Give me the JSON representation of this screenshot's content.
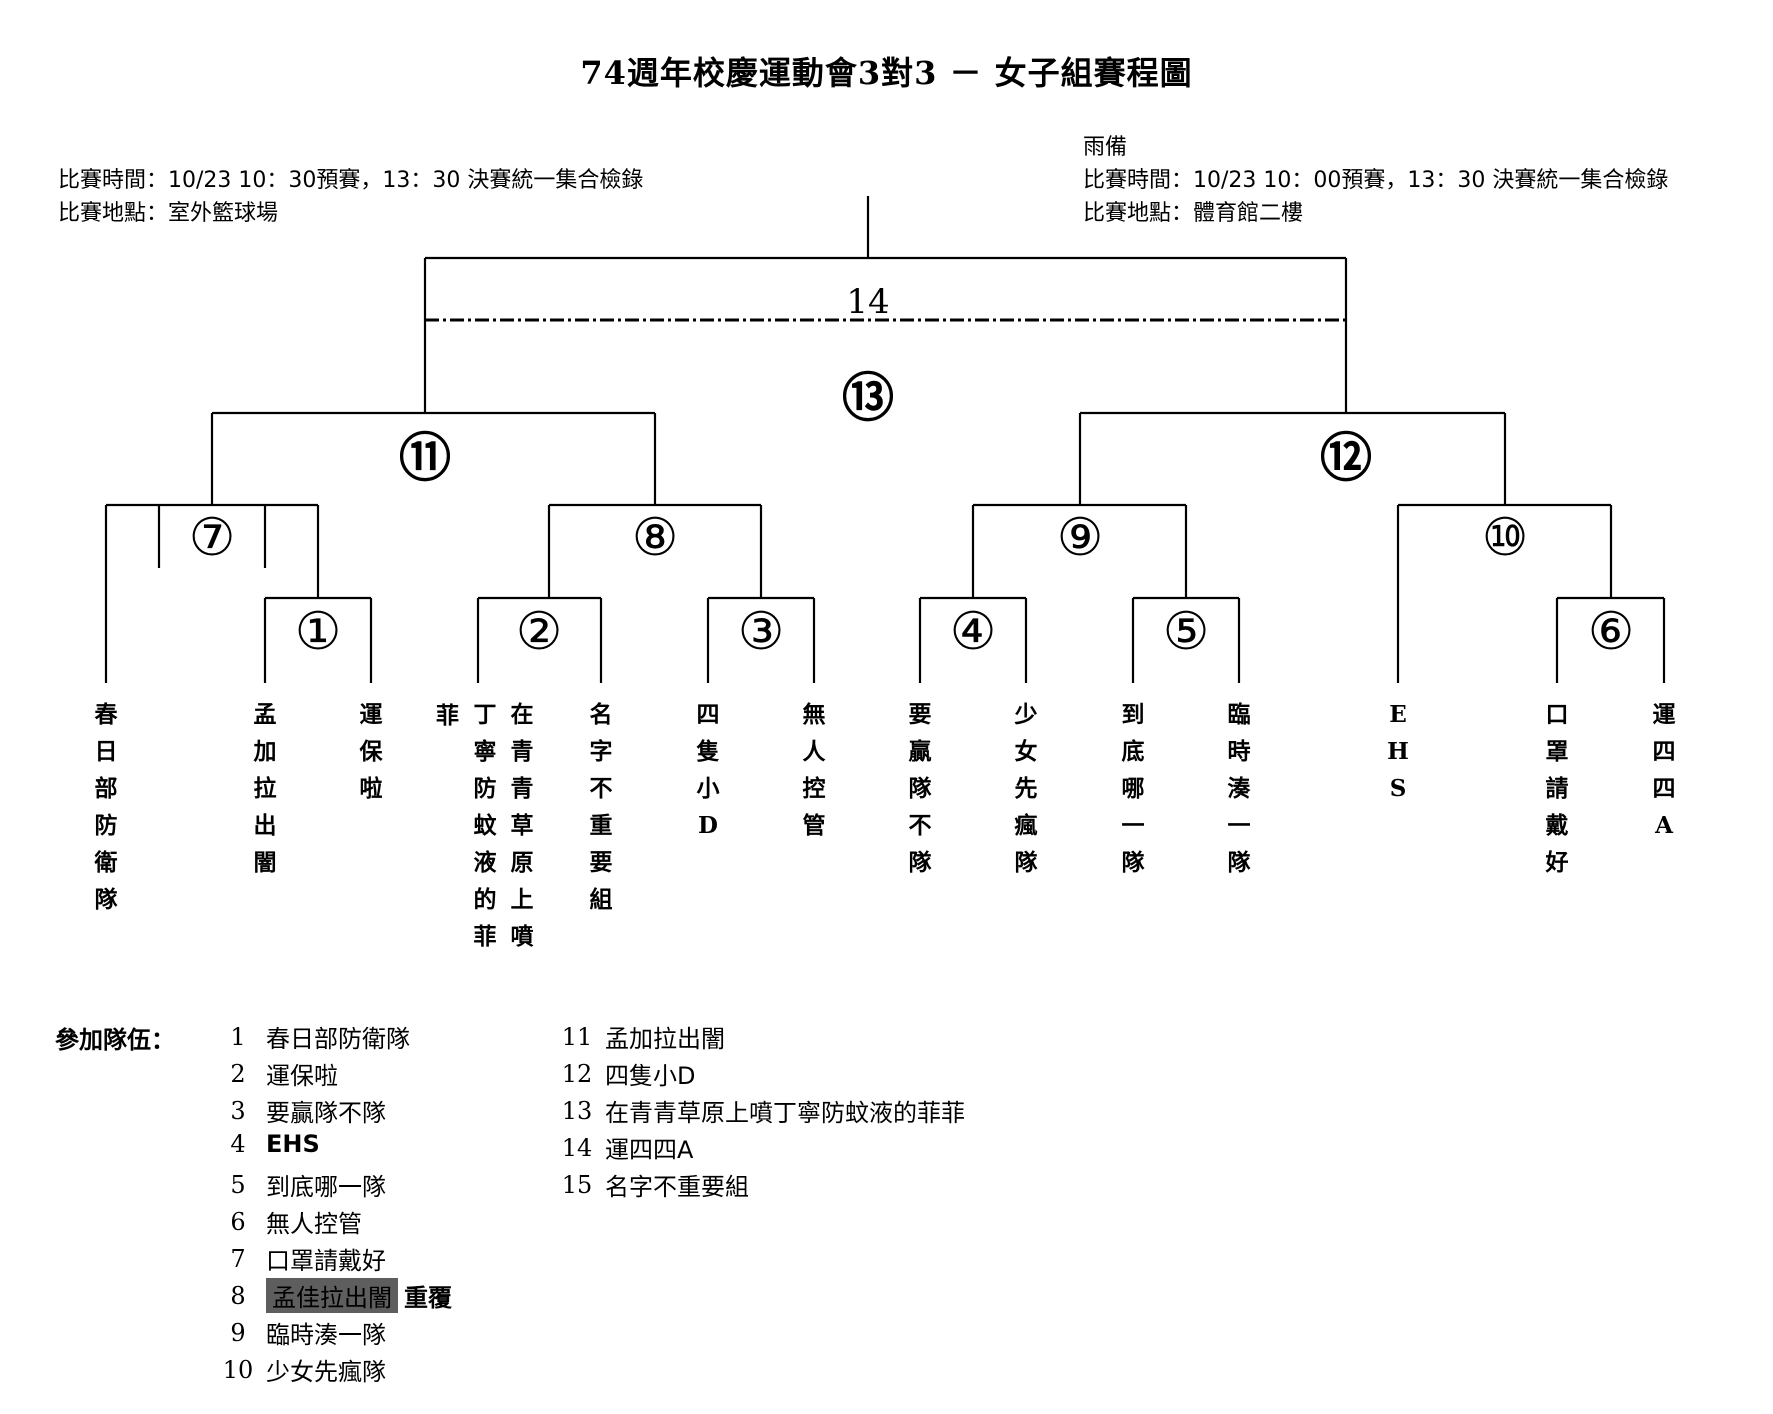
{
  "title": "74週年校慶運動會3對3 － 女子組賽程圖",
  "left_info": {
    "time": "比賽時間：10/23  10：30預賽，13：30 決賽統一集合檢錄",
    "place": "比賽地點：室外籃球場"
  },
  "right_info": {
    "rain": "雨備",
    "time": "比賽時間：10/23  10：00預賽，13：30 決賽統一集合檢錄",
    "place": "比賽地點：體育館二樓"
  },
  "bracket": {
    "third_place_match": "14",
    "final_match": "⑬",
    "matches": [
      "①",
      "②",
      "③",
      "④",
      "⑤",
      "⑥",
      "⑦",
      "⑧",
      "⑨",
      "⑩",
      "⑪",
      "⑫"
    ],
    "teams": [
      {
        "name": "春日部防衛隊"
      },
      {
        "name": "孟加拉出闇"
      },
      {
        "name": "運保啦"
      },
      {
        "name": "丁寧防蚊液的菲"
      },
      {
        "name": "在青青草原上噴"
      },
      {
        "name": "名字不重要組"
      },
      {
        "name": "四隻小D"
      },
      {
        "name": "無人控管"
      },
      {
        "name": "要贏隊不隊"
      },
      {
        "name": "少女先瘋隊"
      },
      {
        "name": "到底哪一隊"
      },
      {
        "name": "臨時湊一隊"
      },
      {
        "name": "EHS"
      },
      {
        "name": "口罩請戴好"
      },
      {
        "name": "運四四A"
      }
    ],
    "prefix_char": "菲"
  },
  "roster": {
    "label": "參加隊伍：",
    "items": [
      {
        "num": "1",
        "name": "春日部防衛隊"
      },
      {
        "num": "2",
        "name": "運保啦"
      },
      {
        "num": "3",
        "name": "要贏隊不隊"
      },
      {
        "num": "4",
        "name": "EHS"
      },
      {
        "num": "5",
        "name": "到底哪一隊"
      },
      {
        "num": "6",
        "name": "無人控管"
      },
      {
        "num": "7",
        "name": "口罩請戴好"
      },
      {
        "num": "8",
        "name": "孟佳拉出闇",
        "highlight": true,
        "note": "重覆"
      },
      {
        "num": "9",
        "name": "臨時湊一隊"
      },
      {
        "num": "10",
        "name": "少女先瘋隊"
      },
      {
        "num": "11",
        "name": "孟加拉出闇"
      },
      {
        "num": "12",
        "name": "四隻小D"
      },
      {
        "num": "13",
        "name": "在青青草原上噴丁寧防蚊液的菲菲"
      },
      {
        "num": "14",
        "name": "運四四A"
      },
      {
        "num": "15",
        "name": "名字不重要組"
      }
    ]
  }
}
